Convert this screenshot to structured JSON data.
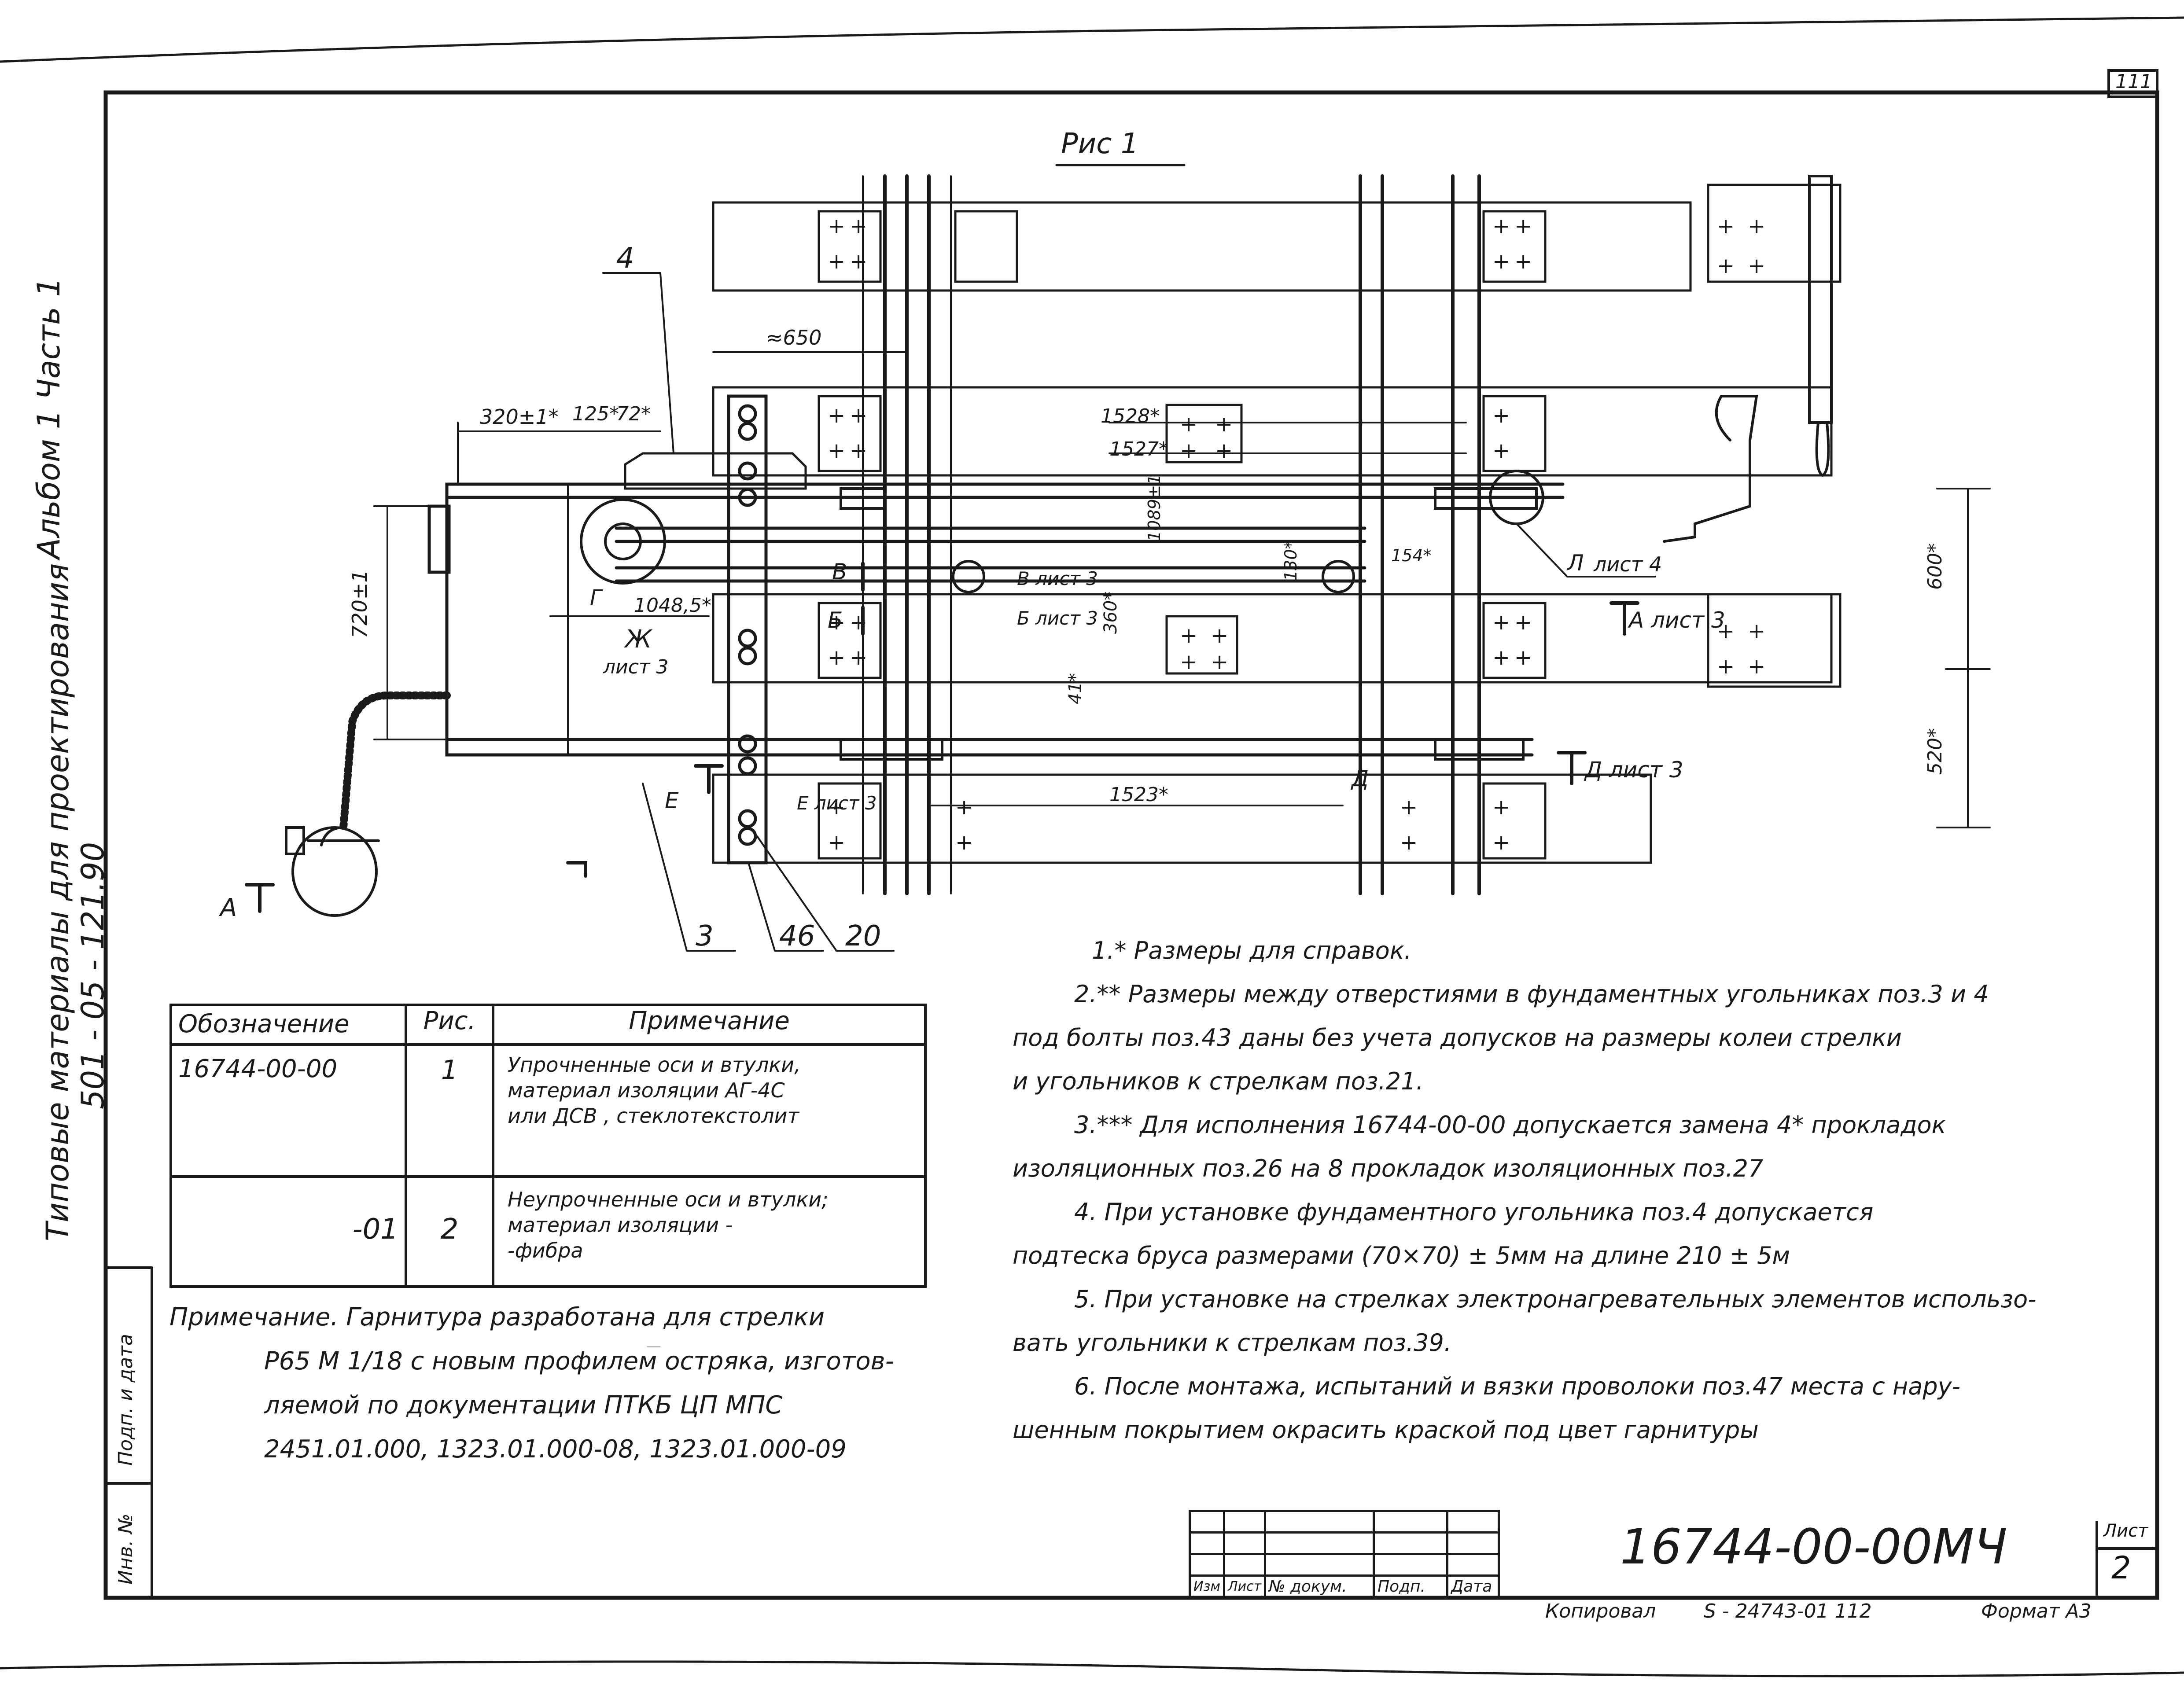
{
  "sheet": {
    "page_number": "111",
    "figure_title": "Рис 1",
    "sidebar_album": "Альбом 1 Часть 1",
    "sidebar_series": "Типовые материалы для проектирования",
    "sidebar_code": "501 - 05 - 121.90",
    "sidebar_sign": "Подп. и дата",
    "sidebar_inv": "Инв. №"
  },
  "drawing": {
    "dim_650": "≈650",
    "dim_320": "320±1*",
    "dim_125": "125*",
    "dim_72": "72*",
    "dim_720": "720±1",
    "dim_1048": "1048,5*",
    "dim_1528": "1528*",
    "dim_1527": "1527*",
    "dim_1523": "1523*",
    "dim_1089": "1089±1",
    "dim_130": "130*",
    "dim_154": "154*",
    "dim_360": "360*",
    "dim_41": "41*",
    "dim_600": "600*",
    "dim_520": "520*",
    "callout_4": "4",
    "callout_3": "3",
    "callout_46": "46",
    "callout_20": "20",
    "sec_A": "А",
    "sec_A_ref": "А лист 3",
    "sec_B": "В",
    "sec_B_ref": "В лист 3",
    "sec_Bb": "Б",
    "sec_Bb_ref": "Б лист 3",
    "sec_Zh": "Ж",
    "sec_Zh_ref": "лист 3",
    "sec_L": "Л",
    "sec_L_ref": "лист 4",
    "sec_D": "Д",
    "sec_D_ref": "Д лист 3",
    "sec_E": "Е",
    "sec_E_ref": "Е лист 3",
    "sec_G": "Г"
  },
  "spec_table": {
    "headers": [
      "Обозначение",
      "Рис.",
      "Примечание"
    ],
    "rows": [
      {
        "designation": "16744-00-00",
        "fig": "1",
        "note_lines": [
          "Упрочненные оси и втулки,",
          "материал изоляции АГ-4С",
          "или ДСВ , стеклотекстолит"
        ]
      },
      {
        "designation": "-01",
        "fig": "2",
        "note_lines": [
          "Неупрочненные оси и втулки;",
          "материал изоляции -",
          "-фибра"
        ]
      }
    ]
  },
  "remark": {
    "lines": [
      "Примечание. Гарнитура разработана для стрелки",
      "Р65 М 1/18 с новым профилем остряка, изготов-",
      "ляемой по документации ПТКБ ЦП МПС",
      "2451.01.000, 1323.01.000-08, 1323.01.000-09"
    ]
  },
  "notes": {
    "lines": [
      "1.* Размеры для справок.",
      "2.** Размеры между отверстиями в фундаментных угольниках поз.3 и 4",
      "под болты поз.43 даны без учета допусков на размеры колеи стрелки",
      "и угольников к стрелкам поз.21.",
      "3.*** Для исполнения 16744-00-00 допускается замена 4* прокладок",
      "изоляционных поз.26 на 8 прокладок изоляционных поз.27",
      "4. При установке фундаментного угольника поз.4 допускается",
      "подтеска бруса размерами (70×70) ± 5мм на длине 210 ± 5м",
      "5. При установке на стрелках электронагревательных элементов использо-",
      "вать угольники к стрелкам поз.39.",
      "6. После монтажа, испытаний и вязки проволоки поз.47 места с нару-",
      "шенным покрытием окрасить краской под цвет гарнитуры"
    ]
  },
  "title_block": {
    "designation": "16744-00-00МЧ",
    "sheet_label": "Лист",
    "sheet_number": "2",
    "cols": [
      "Изм",
      "Лист",
      "№ докум.",
      "Подп.",
      "Дата"
    ],
    "copied": "Копировал",
    "copy_ref": "S - 24743-01 112",
    "format": "Формат А3"
  }
}
